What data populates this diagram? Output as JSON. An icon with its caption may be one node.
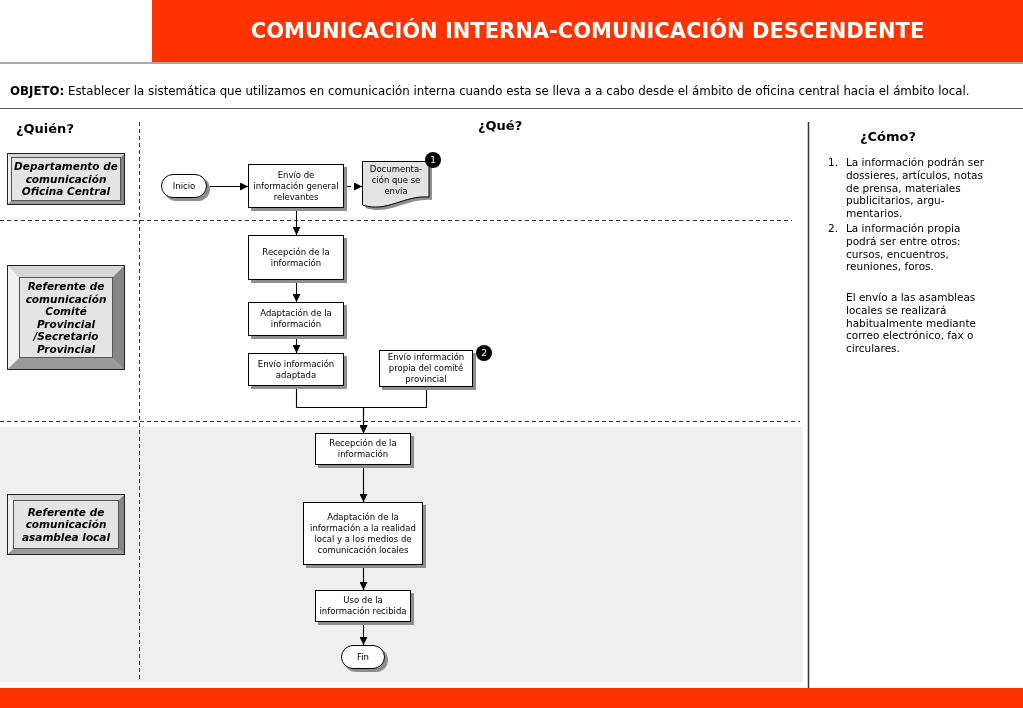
{
  "diagram": {
    "title": "COMUNICACIÓN INTERNA-COMUNICACIÓN DESCENDENTE",
    "nodes": [
      {
        "text": [
          "Departamento de comunicación Oficina Central"
        ]
      },
      {
        "text": [
          "Inicio"
        ]
      },
      {
        "text": [
          "Envío de información general relevantes"
        ]
      },
      {
        "text": [
          "Documenta- ción que se envía"
        ]
      },
      {
        "text": [
          "Referente de comunicación Comité Provincial /Secretario Provincial"
        ]
      },
      {
        "text": [
          "Recepción de la información"
        ]
      },
      {
        "text": [
          "Adaptación de la información"
        ]
      },
      {
        "text": [
          "Envío información adaptada"
        ]
      },
      {
        "text": [
          "Envío información propia del comité provincial"
        ]
      },
      {
        "text": [
          "Referente de comunicación asamblea local"
        ]
      },
      {
        "text": [
          "Recepción de la información"
        ]
      },
      {
        "text": [
          "Adaptación de la información a la realidad local y a los medios de comunicación locales"
        ]
      },
      {
        "text": [
          "Uso de la información recibida"
        ]
      },
      {
        "text": [
          "Fin"
        ]
      }
    ],
    "edges": [
      {
        "from": 1,
        "to": 2,
        "arrow": "to"
      },
      {
        "from": 2,
        "to": 3,
        "arrow": "to",
        "style": "dashed"
      },
      {
        "from": 2,
        "to": 5,
        "arrow": "to"
      },
      {
        "from": 5,
        "to": 6,
        "arrow": "to"
      },
      {
        "from": 6,
        "to": 7,
        "arrow": "to"
      },
      {
        "from": 7,
        "to": 10,
        "arrow": "to"
      },
      {
        "from": 8,
        "to": 10,
        "arrow": "to"
      },
      {
        "from": 10,
        "to": 11,
        "arrow": "to"
      },
      {
        "from": 11,
        "to": 12,
        "arrow": "to"
      },
      {
        "from": 12,
        "to": 13,
        "arrow": "to"
      }
    ],
    "labels": [
      "**OBJETO:** Establecer la sistemática que utilizamos en comunicación interna cuando esta se lleva a a cabo desde el ámbito de oficina central hacia el ámbito local.",
      "¿Quién?",
      "¿Qué?",
      "¿Cómo?",
      "1",
      "2",
      "1.",
      "La información podrán ser dossieres, artículos, notas de prensa, materiales publicitarios, argu- mentarios.",
      "2.",
      "La información propia podrá ser entre otros: cursos, encuentros, reuniones, foros.",
      "El envío a las asambleas locales se realizará habitualmente mediante correo electrónico, fax o circulares."
    ]
  }
}
